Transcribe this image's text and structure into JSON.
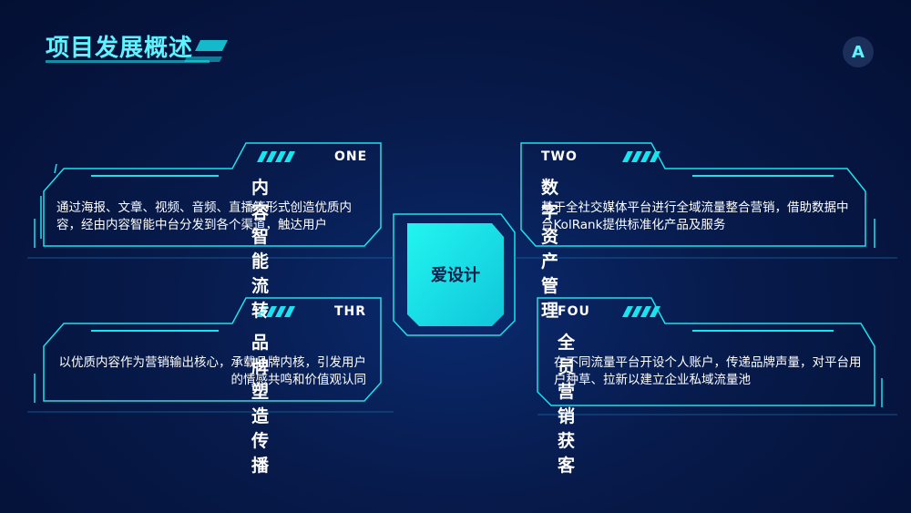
{
  "page": {
    "title": "项目发展概述",
    "logo": "A"
  },
  "center": {
    "label": "爱设计"
  },
  "cards": [
    {
      "tag": "ONE",
      "title": "内容智能流转",
      "desc": "通过海报、文章、视频、音频、直播等形式创造优质内容，经由内容智能中台分发到各个渠道，触达用户"
    },
    {
      "tag": "TWO",
      "title": "数字资产管理",
      "desc": "基于全社交媒体平台进行全域流量整合营销，借助数据中台KolRank提供标准化产品及服务"
    },
    {
      "tag": "THR",
      "title": "品牌塑造传播",
      "desc": "以优质内容作为营销输出核心，承载品牌内核，引发用户的情感共鸣和价值观认同"
    },
    {
      "tag": "FOU",
      "title": "全员营销获客",
      "desc": "在不同流量平台开设个人账户，传递品牌声量，对平台用户种草、拉新以建立企业私域流量池"
    }
  ],
  "colors": {
    "accent": "#19e3ee",
    "title": "#5ff2ff",
    "bg": "#071a4a"
  }
}
